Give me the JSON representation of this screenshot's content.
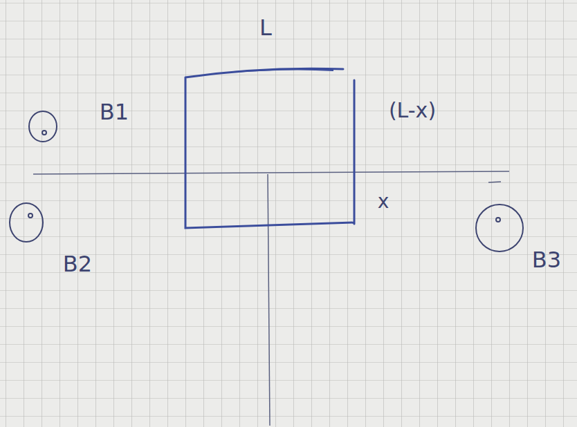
{
  "diagram": {
    "labels": [
      "L",
      "(L-x)",
      "x",
      "B1",
      "B2",
      "B3"
    ]
  }
}
